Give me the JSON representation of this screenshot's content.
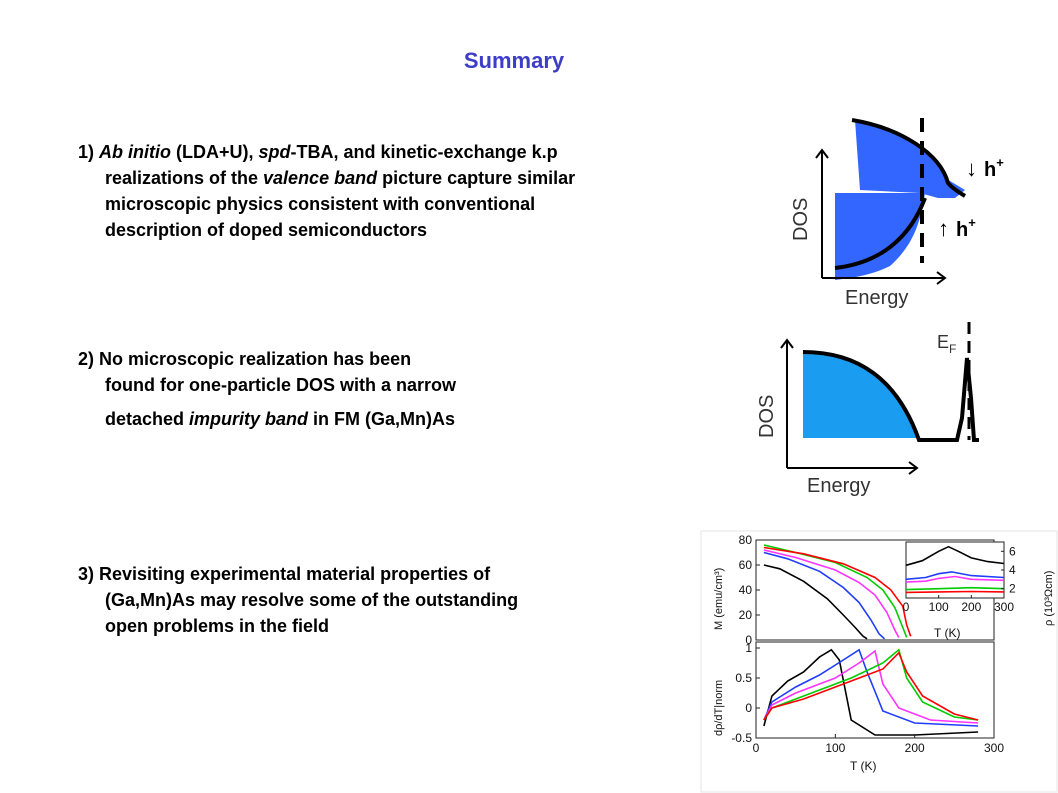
{
  "slide": {
    "title": "Summary"
  },
  "point1": {
    "num": "1)",
    "l1a": "Ab initio",
    "l1b": " (LDA+U), ",
    "l1c": "spd",
    "l1d": "-TBA, and kinetic-exchange k.p",
    "l2a": "realizations of the ",
    "l2b": "valence band",
    "l2c": " picture capture similar",
    "l3": "microscopic physics consistent with conventional",
    "l4": "description of doped  semiconductors"
  },
  "point2": {
    "l1": "2) No microscopic realization has been",
    "l2": "found for one-particle DOS with a narrow",
    "l3a": "detached ",
    "l3b": "impurity band",
    "l3c": " in FM (Ga,Mn)As"
  },
  "point3": {
    "l1": "3) Revisiting experimental material properties of",
    "l2": "(Ga,Mn)As  may resolve some of the  outstanding",
    "l3": "open problems in the field"
  },
  "fig1": {
    "ylabel": "DOS",
    "xlabel": "Energy",
    "arrow_down": "↓",
    "arrow_up": "↑",
    "carrier": "h",
    "sup": "+",
    "fill_color": "#3366ff"
  },
  "fig2": {
    "ylabel": "DOS",
    "xlabel": "Energy",
    "ef": "E",
    "ef_sub": "F",
    "fill_color": "#1a9cf0"
  },
  "fig3": {
    "top": {
      "ylabel": "M (emu/cm³)",
      "yticks": [
        "80",
        "60",
        "40",
        "20",
        "0"
      ],
      "inset": {
        "xlabel": "T   (K)",
        "xticks": [
          "0",
          "100",
          "200",
          "300"
        ],
        "ylabel": "ρ (10³Ωcm)",
        "yticks": [
          "6",
          "4",
          "2"
        ]
      }
    },
    "bottom": {
      "ylabel": "dρ/dT|norm",
      "yticks": [
        "1",
        "0.5",
        "0",
        "-0.5"
      ],
      "xlabel": "T   (K)",
      "xticks": [
        "0",
        "100",
        "200",
        "300"
      ]
    },
    "series_colors": [
      "#000000",
      "#1f3dff",
      "#ff33ff",
      "#00cc00",
      "#ff0000"
    ]
  },
  "chart_data": [
    {
      "type": "line",
      "title": "",
      "xlabel": "",
      "ylabel": "M (emu/cm³)",
      "xlim": [
        0,
        300
      ],
      "ylim": [
        0,
        80
      ],
      "series": [
        {
          "color": "#000000",
          "x": [
            10,
            30,
            60,
            90,
            110,
            125,
            135,
            140
          ],
          "y": [
            60,
            57,
            47,
            33,
            20,
            10,
            3,
            1
          ]
        },
        {
          "color": "#1f3dff",
          "x": [
            10,
            40,
            80,
            110,
            130,
            145,
            155,
            162
          ],
          "y": [
            70,
            65,
            55,
            42,
            30,
            16,
            5,
            1
          ]
        },
        {
          "color": "#ff33ff",
          "x": [
            10,
            50,
            100,
            130,
            150,
            165,
            175,
            180
          ],
          "y": [
            72,
            66,
            56,
            46,
            36,
            22,
            8,
            2
          ]
        },
        {
          "color": "#00cc00",
          "x": [
            10,
            50,
            100,
            140,
            160,
            175,
            185,
            190
          ],
          "y": [
            76,
            70,
            62,
            50,
            40,
            26,
            10,
            2
          ]
        },
        {
          "color": "#ff0000",
          "x": [
            10,
            60,
            110,
            150,
            170,
            185,
            190,
            195
          ],
          "y": [
            74,
            69,
            61,
            50,
            40,
            27,
            12,
            3
          ]
        }
      ]
    },
    {
      "type": "line",
      "title": "",
      "xlabel": "T   (K)",
      "ylabel": "ρ (10³Ωcm)",
      "xlim": [
        0,
        300
      ],
      "ylim": [
        1,
        7
      ],
      "series": [
        {
          "color": "#000000",
          "x": [
            0,
            50,
            100,
            130,
            160,
            200,
            250,
            300
          ],
          "y": [
            4.5,
            5.0,
            6.0,
            6.5,
            6.0,
            5.3,
            4.9,
            4.7
          ]
        },
        {
          "color": "#1f3dff",
          "x": [
            0,
            60,
            100,
            140,
            200,
            300
          ],
          "y": [
            3.0,
            3.2,
            3.6,
            3.8,
            3.4,
            3.2
          ]
        },
        {
          "color": "#ff33ff",
          "x": [
            0,
            60,
            100,
            150,
            200,
            300
          ],
          "y": [
            2.7,
            2.8,
            3.1,
            3.3,
            3.0,
            2.9
          ]
        },
        {
          "color": "#00cc00",
          "x": [
            0,
            100,
            200,
            300
          ],
          "y": [
            1.9,
            2.0,
            2.1,
            2.0
          ]
        },
        {
          "color": "#ff0000",
          "x": [
            0,
            100,
            200,
            300
          ],
          "y": [
            1.6,
            1.65,
            1.7,
            1.65
          ]
        }
      ]
    },
    {
      "type": "line",
      "title": "",
      "xlabel": "T   (K)",
      "ylabel": "dρ/dT|norm",
      "xlim": [
        0,
        300
      ],
      "ylim": [
        -0.5,
        1.1
      ],
      "series": [
        {
          "color": "#000000",
          "x": [
            10,
            20,
            40,
            60,
            80,
            95,
            105,
            120,
            150,
            200,
            280
          ],
          "y": [
            -0.3,
            0.2,
            0.45,
            0.6,
            0.85,
            0.97,
            0.8,
            -0.2,
            -0.45,
            -0.45,
            -0.4
          ]
        },
        {
          "color": "#1f3dff",
          "x": [
            10,
            20,
            50,
            80,
            110,
            130,
            140,
            160,
            200,
            280
          ],
          "y": [
            -0.2,
            0.1,
            0.35,
            0.55,
            0.8,
            0.97,
            0.6,
            -0.05,
            -0.25,
            -0.3
          ]
        },
        {
          "color": "#ff33ff",
          "x": [
            10,
            20,
            50,
            100,
            130,
            150,
            160,
            180,
            220,
            280
          ],
          "y": [
            -0.2,
            0.05,
            0.25,
            0.5,
            0.75,
            0.95,
            0.4,
            0.0,
            -0.2,
            -0.25
          ]
        },
        {
          "color": "#00cc00",
          "x": [
            10,
            20,
            60,
            120,
            160,
            180,
            190,
            210,
            250,
            280
          ],
          "y": [
            -0.2,
            0.0,
            0.2,
            0.5,
            0.75,
            0.97,
            0.5,
            0.1,
            -0.15,
            -0.2
          ]
        },
        {
          "color": "#ff0000",
          "x": [
            10,
            20,
            60,
            120,
            160,
            180,
            190,
            210,
            250,
            280
          ],
          "y": [
            -0.2,
            0.0,
            0.15,
            0.45,
            0.65,
            0.92,
            0.6,
            0.2,
            -0.1,
            -0.2
          ]
        }
      ]
    }
  ]
}
